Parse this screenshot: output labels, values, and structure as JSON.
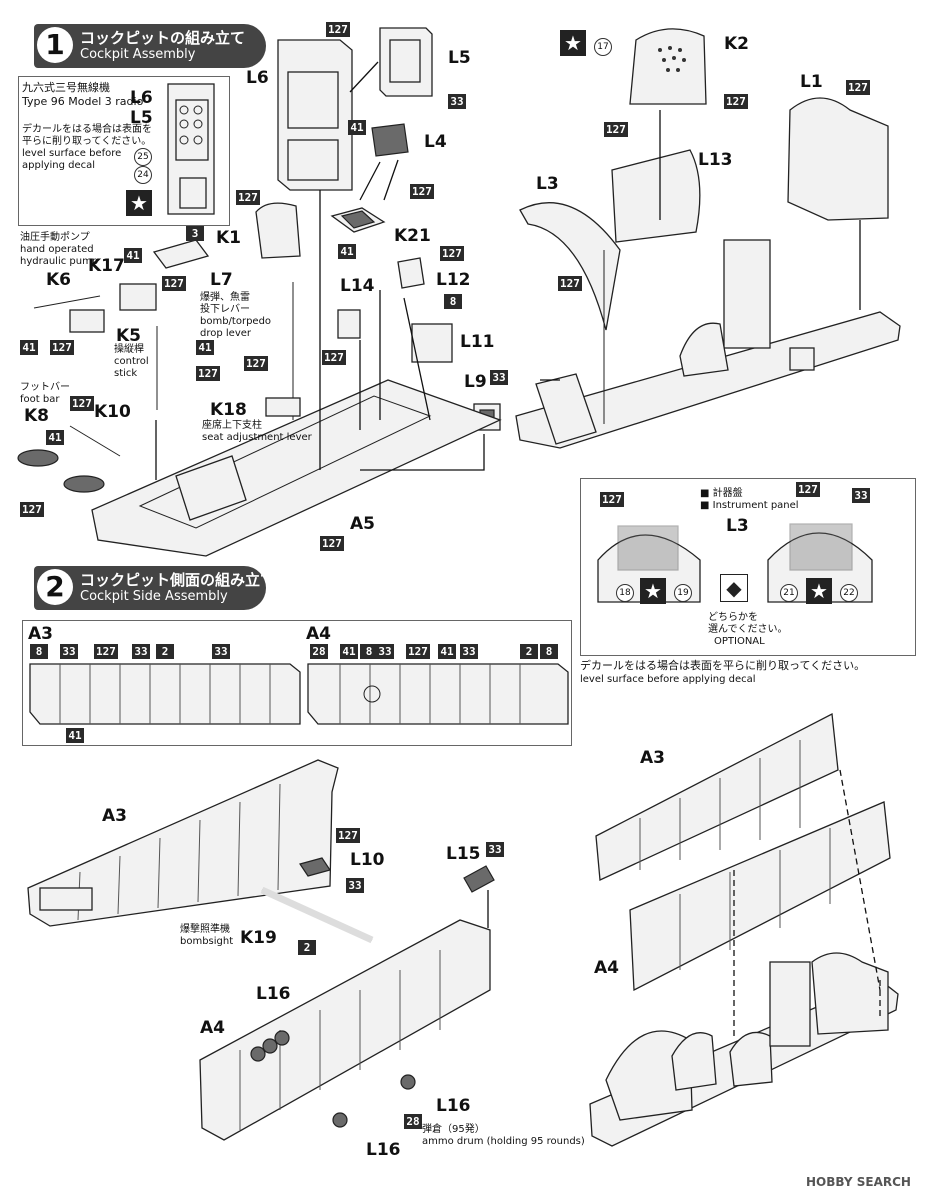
{
  "step1": {
    "num": "1",
    "jp": "コックピットの組み立て",
    "en": "Cockpit Assembly"
  },
  "step2": {
    "num": "2",
    "jp": "コックピット側面の組み立て",
    "en": "Cockpit Side Assembly"
  },
  "radio": {
    "jp": "九六式三号無線機",
    "en": "Type 96 Model 3 radio",
    "note_jp1": "デカールをはる場合は表面を",
    "note_jp2": "平らに削り取ってください。",
    "note_en1": "level surface before",
    "note_en2": "applying decal",
    "decal_a": "25",
    "decal_b": "24",
    "l6": "L6",
    "l5": "L5"
  },
  "parts": {
    "L6": "L6",
    "L5": "L5",
    "L4": "L4",
    "K21": "K21",
    "L12": "L12",
    "L11": "L11",
    "L9": "L9",
    "L14": "L14",
    "K1": "K1",
    "L7": "L7",
    "K17": "K17",
    "K6": "K6",
    "K5": "K5",
    "K18": "K18",
    "K10": "K10",
    "K8": "K8",
    "A5": "A5",
    "K2": "K2",
    "L1": "L1",
    "L13": "L13",
    "L3": "L3",
    "A3": "A3",
    "A4": "A4",
    "L10": "L10",
    "L15": "L15",
    "K19": "K19",
    "L16": "L16"
  },
  "labels": {
    "pump_jp": "油圧手動ポンプ",
    "pump_en1": "hand operated",
    "pump_en2": "hydraulic pump",
    "lever_jp1": "爆弾、魚雷",
    "lever_jp2": "投下レバー",
    "lever_en1": "bomb/torpedo",
    "lever_en2": "drop lever",
    "stick_jp": "操縦桿",
    "stick_en1": "control",
    "stick_en2": "stick",
    "seat_jp": "座席上下支柱",
    "seat_en": "seat adjustment lever",
    "foot_jp": "フットバー",
    "foot_en": "foot bar",
    "sight_jp": "爆撃照準機",
    "sight_en": "bombsight",
    "ammo_jp": "弾倉（95発）",
    "ammo_en": "ammo drum (holding 95 rounds)",
    "panel_jp": "■ 計器盤",
    "panel_en": "■ Instrument panel",
    "opt_jp1": "どちらかを",
    "opt_jp2": "選んでください。",
    "opt_en": "OPTIONAL",
    "decal_jp": "デカールをはる場合は表面を平らに削り取ってください。",
    "decal_en": "level surface before applying decal"
  },
  "colors": {
    "c127": "127",
    "c33": "33",
    "c41": "41",
    "c3": "3",
    "c8": "8",
    "c2": "2",
    "c28": "28"
  },
  "decals": {
    "d17": "17",
    "d18": "18",
    "d19": "19",
    "d21": "21",
    "d22": "22"
  },
  "watermark": "HOBBY SEARCH",
  "icons": {
    "star": "★",
    "diamond": "◆"
  }
}
